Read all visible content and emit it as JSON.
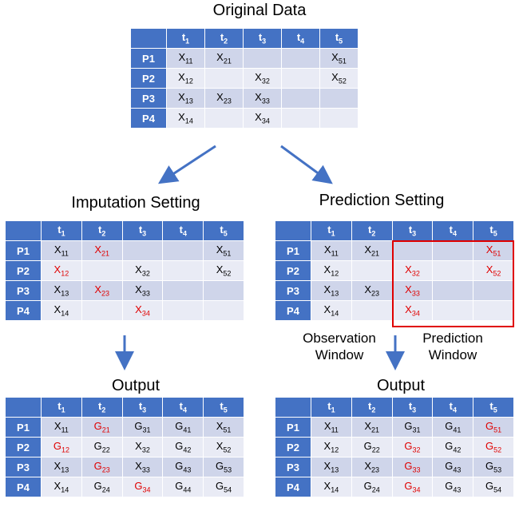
{
  "titles": {
    "original": "Original Data",
    "imputation": "Imputation Setting",
    "prediction": "Prediction Setting",
    "output_left": "Output",
    "output_right": "Output",
    "observation_window": "Observation\nWindow",
    "prediction_window": "Prediction\nWindow"
  },
  "colors": {
    "header": "#4472c4",
    "row_dark": "#cfd5ea",
    "row_light": "#e9ebf5",
    "highlight": "#e00000",
    "arrow": "#4472c4"
  },
  "columns": [
    {
      "base": "t",
      "sub": "1"
    },
    {
      "base": "t",
      "sub": "2"
    },
    {
      "base": "t",
      "sub": "3"
    },
    {
      "base": "t",
      "sub": "4"
    },
    {
      "base": "t",
      "sub": "5"
    }
  ],
  "rows": [
    "P1",
    "P2",
    "P3",
    "P4"
  ],
  "tables": {
    "original": [
      [
        {
          "b": "X",
          "s": "11"
        },
        {
          "b": "X",
          "s": "21"
        },
        null,
        null,
        {
          "b": "X",
          "s": "51"
        }
      ],
      [
        {
          "b": "X",
          "s": "12"
        },
        null,
        {
          "b": "X",
          "s": "32"
        },
        null,
        {
          "b": "X",
          "s": "52"
        }
      ],
      [
        {
          "b": "X",
          "s": "13"
        },
        {
          "b": "X",
          "s": "23"
        },
        {
          "b": "X",
          "s": "33"
        },
        null,
        null
      ],
      [
        {
          "b": "X",
          "s": "14"
        },
        null,
        {
          "b": "X",
          "s": "34"
        },
        null,
        null
      ]
    ],
    "imputation": [
      [
        {
          "b": "X",
          "s": "11"
        },
        {
          "b": "X",
          "s": "21",
          "red": true
        },
        null,
        null,
        {
          "b": "X",
          "s": "51"
        }
      ],
      [
        {
          "b": "X",
          "s": "12",
          "red": true
        },
        null,
        {
          "b": "X",
          "s": "32"
        },
        null,
        {
          "b": "X",
          "s": "52"
        }
      ],
      [
        {
          "b": "X",
          "s": "13"
        },
        {
          "b": "X",
          "s": "23",
          "red": true
        },
        {
          "b": "X",
          "s": "33"
        },
        null,
        null
      ],
      [
        {
          "b": "X",
          "s": "14"
        },
        null,
        {
          "b": "X",
          "s": "34",
          "red": true
        },
        null,
        null
      ]
    ],
    "prediction": [
      [
        {
          "b": "X",
          "s": "11"
        },
        {
          "b": "X",
          "s": "21"
        },
        null,
        null,
        {
          "b": "X",
          "s": "51",
          "red": true
        }
      ],
      [
        {
          "b": "X",
          "s": "12"
        },
        null,
        {
          "b": "X",
          "s": "32",
          "red": true
        },
        null,
        {
          "b": "X",
          "s": "52",
          "red": true
        }
      ],
      [
        {
          "b": "X",
          "s": "13"
        },
        {
          "b": "X",
          "s": "23"
        },
        {
          "b": "X",
          "s": "33",
          "red": true
        },
        null,
        null
      ],
      [
        {
          "b": "X",
          "s": "14"
        },
        null,
        {
          "b": "X",
          "s": "34",
          "red": true
        },
        null,
        null
      ]
    ],
    "output_left": [
      [
        {
          "b": "X",
          "s": "11"
        },
        {
          "b": "G",
          "s": "21",
          "red": true
        },
        {
          "b": "G",
          "s": "31"
        },
        {
          "b": "G",
          "s": "41"
        },
        {
          "b": "X",
          "s": "51"
        }
      ],
      [
        {
          "b": "G",
          "s": "12",
          "red": true
        },
        {
          "b": "G",
          "s": "22"
        },
        {
          "b": "X",
          "s": "32"
        },
        {
          "b": "G",
          "s": "42"
        },
        {
          "b": "X",
          "s": "52"
        }
      ],
      [
        {
          "b": "X",
          "s": "13"
        },
        {
          "b": "G",
          "s": "23",
          "red": true
        },
        {
          "b": "X",
          "s": "33"
        },
        {
          "b": "G",
          "s": "43"
        },
        {
          "b": "G",
          "s": "53"
        }
      ],
      [
        {
          "b": "X",
          "s": "14"
        },
        {
          "b": "G",
          "s": "24"
        },
        {
          "b": "G",
          "s": "34",
          "red": true
        },
        {
          "b": "G",
          "s": "44"
        },
        {
          "b": "G",
          "s": "54"
        }
      ]
    ],
    "output_right": [
      [
        {
          "b": "X",
          "s": "11"
        },
        {
          "b": "X",
          "s": "21"
        },
        {
          "b": "G",
          "s": "31"
        },
        {
          "b": "G",
          "s": "41"
        },
        {
          "b": "G",
          "s": "51",
          "red": true
        }
      ],
      [
        {
          "b": "X",
          "s": "12"
        },
        {
          "b": "G",
          "s": "22"
        },
        {
          "b": "G",
          "s": "32",
          "red": true
        },
        {
          "b": "G",
          "s": "42"
        },
        {
          "b": "G",
          "s": "52",
          "red": true
        }
      ],
      [
        {
          "b": "X",
          "s": "13"
        },
        {
          "b": "X",
          "s": "23"
        },
        {
          "b": "G",
          "s": "33",
          "red": true
        },
        {
          "b": "G",
          "s": "43"
        },
        {
          "b": "G",
          "s": "53"
        }
      ],
      [
        {
          "b": "X",
          "s": "14"
        },
        {
          "b": "G",
          "s": "24"
        },
        {
          "b": "G",
          "s": "34",
          "red": true
        },
        {
          "b": "G",
          "s": "43"
        },
        {
          "b": "G",
          "s": "54"
        }
      ]
    ]
  }
}
